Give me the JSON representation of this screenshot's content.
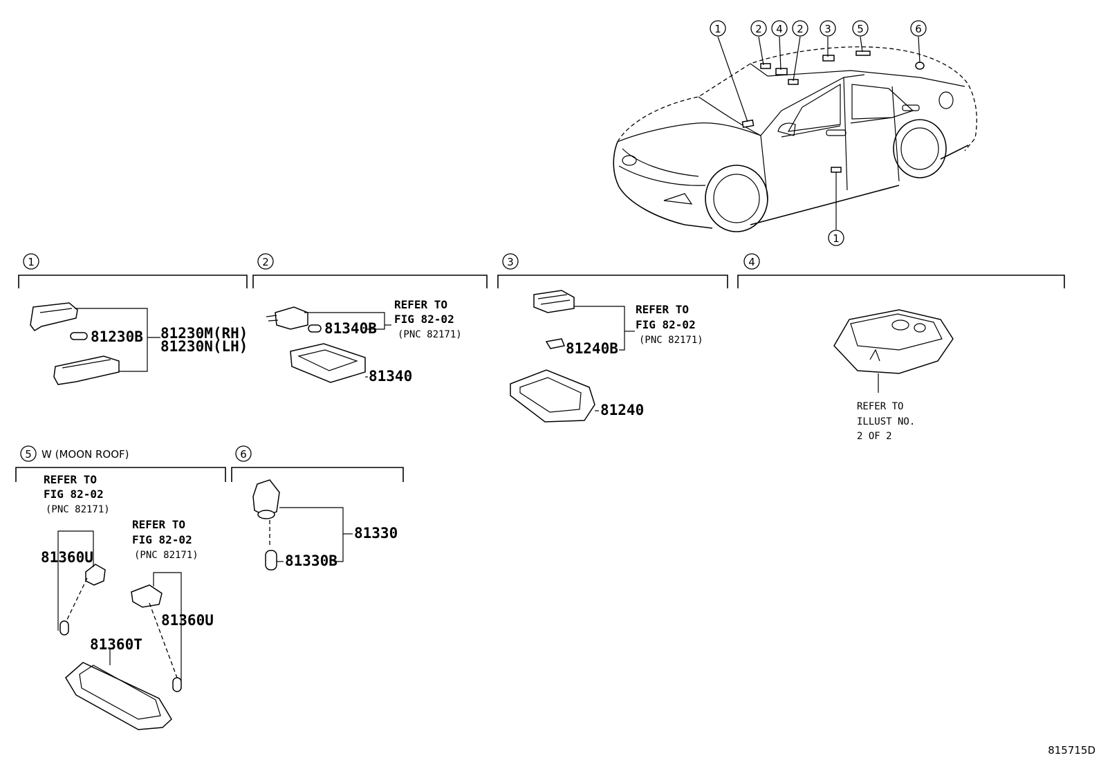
{
  "car_callouts": [
    "1",
    "2",
    "4",
    "2",
    "3",
    "5",
    "6",
    "1"
  ],
  "sections": {
    "s1": {
      "number": "1",
      "parts": [
        "81230B",
        "81230M(RH)",
        "81230N(LH)"
      ]
    },
    "s2": {
      "number": "2",
      "parts": [
        "81340B",
        "81340"
      ],
      "refer": [
        "REFER TO",
        "FIG 82-02",
        "(PNC 82171)"
      ]
    },
    "s3": {
      "number": "3",
      "parts": [
        "81240B",
        "81240"
      ],
      "refer": [
        "REFER TO",
        "FIG 82-02",
        "(PNC 82171)"
      ]
    },
    "s4": {
      "number": "4",
      "refer": [
        "REFER TO",
        "ILLUST NO.",
        "2 OF 2"
      ]
    },
    "s5": {
      "number": "5",
      "label": "W (MOON ROOF)",
      "parts": [
        "81360U",
        "81360U",
        "81360T"
      ],
      "refer_a": [
        "REFER TO",
        "FIG 82-02",
        "(PNC 82171)"
      ],
      "refer_b": [
        "REFER TO",
        "FIG 82-02",
        "(PNC 82171)"
      ]
    },
    "s6": {
      "number": "6",
      "parts": [
        "81330",
        "81330B"
      ]
    }
  },
  "figure_code": "815715D"
}
